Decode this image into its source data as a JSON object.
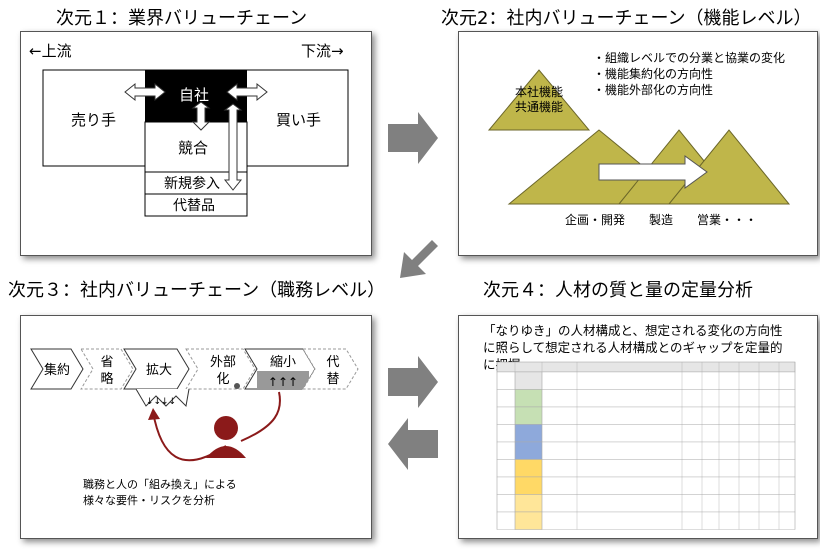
{
  "titles": {
    "d1": "次元１：業界バリューチェーン",
    "d2": "次元2：社内バリューチェーン（機能レベル）",
    "d3": "次元３：社内バリューチェーン（職務レベル）",
    "d4": "次元４：人材の質と量の定量分析"
  },
  "panel1": {
    "upstream": "←上流",
    "downstream": "下流→",
    "seller": "売り手",
    "self": "自社",
    "buyer": "買い手",
    "competition": "競合",
    "new_entry": "新規参入",
    "substitute": "代替品"
  },
  "panel2": {
    "hq": "本社機能\n共通機能",
    "bullets": [
      "・組織レベルでの分業と協業の変化",
      "・機能集約化の方向性",
      "・機能外部化の方向性"
    ],
    "functions": "企画・開発　　製造　　営業・・・"
  },
  "panel3": {
    "chevrons": [
      "集約",
      "省\n略",
      "拡大",
      "外部\n化",
      "縮小",
      "代\n替"
    ],
    "caption": "職務と人の「組み換え」による\n様々な要件・リスクを分析"
  },
  "panel4": {
    "heading": "「なりゆき」の人材構成と、想定される変化の方向性に照らして想定される人材構成とのギャップを定量的に把握"
  },
  "colors": {
    "triangle": "#bfb64a",
    "arrow_gray": "#808080",
    "self_box": "#000000",
    "person": "#8b1a1a"
  }
}
